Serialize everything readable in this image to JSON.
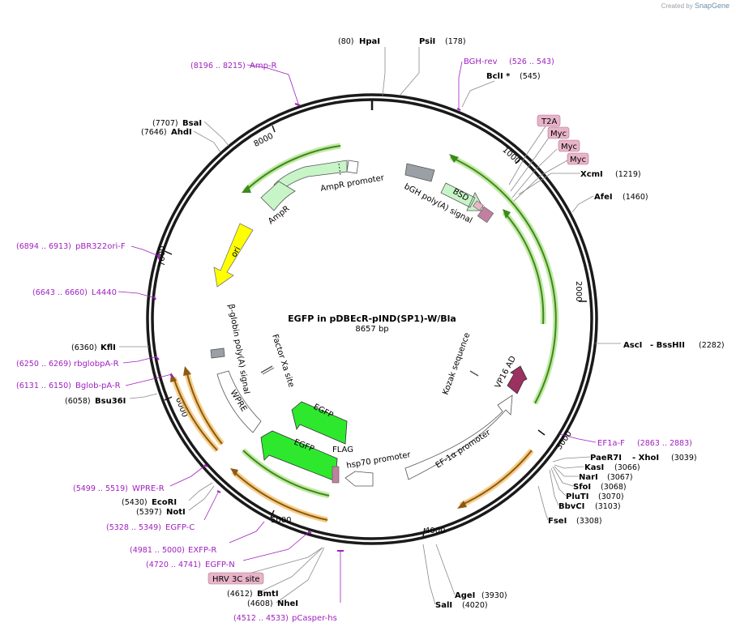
{
  "credit": {
    "prefix": "Created by",
    "brand": "SnapGene"
  },
  "title": "EGFP in pDBEcR-pIND(SP1)-W/Bla",
  "length": "8657 bp",
  "ticks": [
    "1000",
    "2000",
    "3000",
    "4000",
    "5000",
    "6000",
    "7000",
    "8000"
  ],
  "enzymes": [
    {
      "name": "HpaI",
      "pos": "(80)"
    },
    {
      "name": "PsiI",
      "pos": "(178)"
    },
    {
      "name": "BclI *",
      "pos": "(545)"
    },
    {
      "name": "XcmI",
      "pos": "(1219)"
    },
    {
      "name": "AfeI",
      "pos": "(1460)"
    },
    {
      "name": "AscI",
      "pos": ""
    },
    {
      "name": "- BssHII",
      "pos": "(2282)"
    },
    {
      "name": "PaeR7I",
      "pos": ""
    },
    {
      "name": "- XhoI",
      "pos": "(3039)"
    },
    {
      "name": "KasI",
      "pos": "(3066)"
    },
    {
      "name": "NarI",
      "pos": "(3067)"
    },
    {
      "name": "SfoI",
      "pos": "(3068)"
    },
    {
      "name": "PluTI",
      "pos": "(3070)"
    },
    {
      "name": "BbvCI",
      "pos": "(3103)"
    },
    {
      "name": "FseI",
      "pos": "(3308)"
    },
    {
      "name": "AgeI",
      "pos": "(3930)"
    },
    {
      "name": "SalI",
      "pos": "(4020)"
    },
    {
      "name": "BmtI",
      "pos": "(4612)"
    },
    {
      "name": "NheI",
      "pos": "(4608)"
    },
    {
      "name": "NotI",
      "pos": "(5397)"
    },
    {
      "name": "EcoRI",
      "pos": "(5430)"
    },
    {
      "name": "Bsu36I",
      "pos": "(6058)"
    },
    {
      "name": "KflI",
      "pos": "(6360)"
    },
    {
      "name": "AhdI",
      "pos": "(7646)"
    },
    {
      "name": "BsaI",
      "pos": "(7707)"
    }
  ],
  "primers": [
    {
      "name": "Amp-R",
      "pos": "(8196 .. 8215)"
    },
    {
      "name": "BGH-rev",
      "pos": "(526 .. 543)"
    },
    {
      "name": "EF1a-F",
      "pos": "(2863 .. 2883)"
    },
    {
      "name": "pCasper-hs",
      "pos": "(4512 .. 4533)"
    },
    {
      "name": "EGFP-N",
      "pos": "(4720 .. 4741)"
    },
    {
      "name": "EXFP-R",
      "pos": "(4981 .. 5000)"
    },
    {
      "name": "EGFP-C",
      "pos": "(5328 .. 5349)"
    },
    {
      "name": "WPRE-R",
      "pos": "(5499 .. 5519)"
    },
    {
      "name": "Bglob-pA-R",
      "pos": "(6131 .. 6150)"
    },
    {
      "name": "rbglobpA-R",
      "pos": "(6250 .. 6269)"
    },
    {
      "name": "L4440",
      "pos": "(6643 .. 6660)"
    },
    {
      "name": "pBR322ori-F",
      "pos": "(6894 .. 6913)"
    }
  ],
  "boxed_labels": [
    "T2A",
    "Myc",
    "Myc",
    "Myc",
    "HRV 3C site"
  ],
  "features": {
    "ampr_promoter": "AmpR promoter",
    "ampr": "AmpR",
    "ori": "ori",
    "bgh": "bGH poly(A) signal",
    "bsd": "BSD",
    "beta_globin": "β-globin poly(A) signal",
    "factor_xa": "Factor Xa site",
    "wpre": "WPRE",
    "egfp": "EGFP",
    "flag": "FLAG",
    "hsp70": "hsp70 promoter",
    "ef1a": "EF-1α promoter",
    "kozak": "Kozak sequence",
    "vp16": "VP16 AD"
  },
  "colors": {
    "backbone": "#1a1a1a",
    "primer": "#a020c0",
    "green_arrow": "#2ee82e",
    "light_green": "#c8f5c8",
    "yellow": "#ffff00",
    "gray_box": "#9aa0a6",
    "pink": "#e8b4c8",
    "plum": "#9c3060",
    "orange_halo": "#f5c06a",
    "green_halo": "#a8e080"
  }
}
